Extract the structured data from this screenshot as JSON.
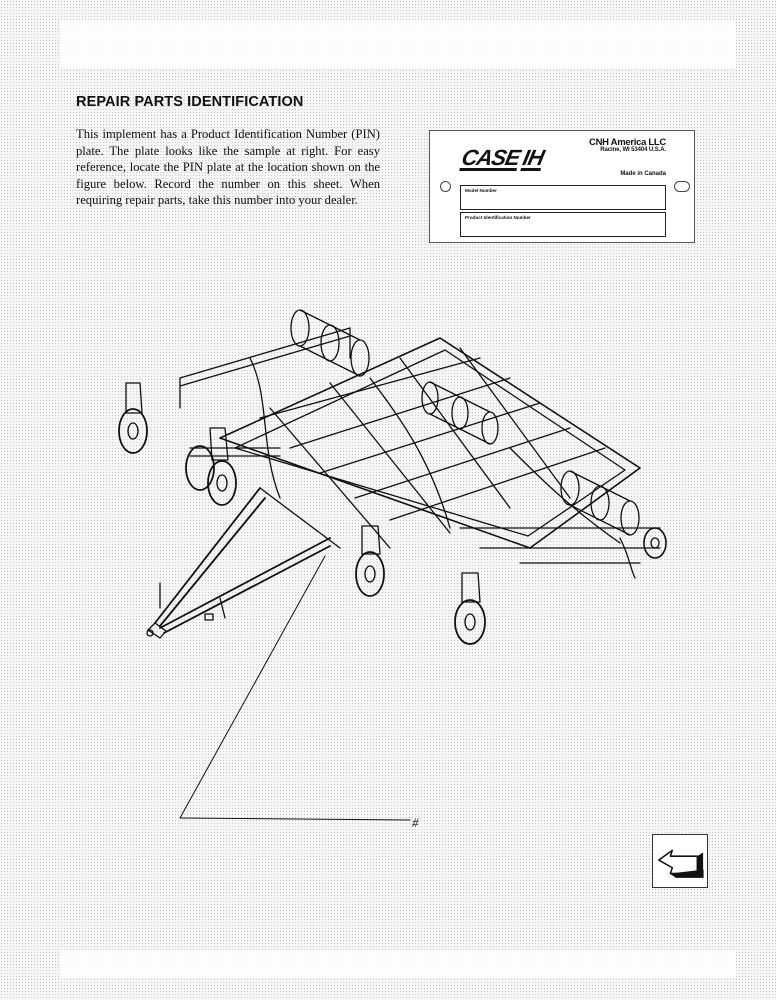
{
  "heading": "REPAIR PARTS IDENTIFICATION",
  "intro": "This implement has a Product Identification Number (PIN) plate.  The plate looks like the sample at right.  For easy reference, locate the PIN plate at the location shown on the figure below.  Record the number on this sheet.  When requiring repair parts, take this number into your dealer.",
  "plate": {
    "brand": "CASE",
    "brand_mark": "IH",
    "company": "CNH America LLC",
    "address": "Racine, WI 53404  U.S.A.",
    "made_in": "Made in Canada",
    "model_label": "Model Number",
    "pin_label": "Product Identification Number"
  },
  "figure": {
    "callout": "#"
  },
  "icons": {
    "nav": "arrow-back-icon"
  }
}
